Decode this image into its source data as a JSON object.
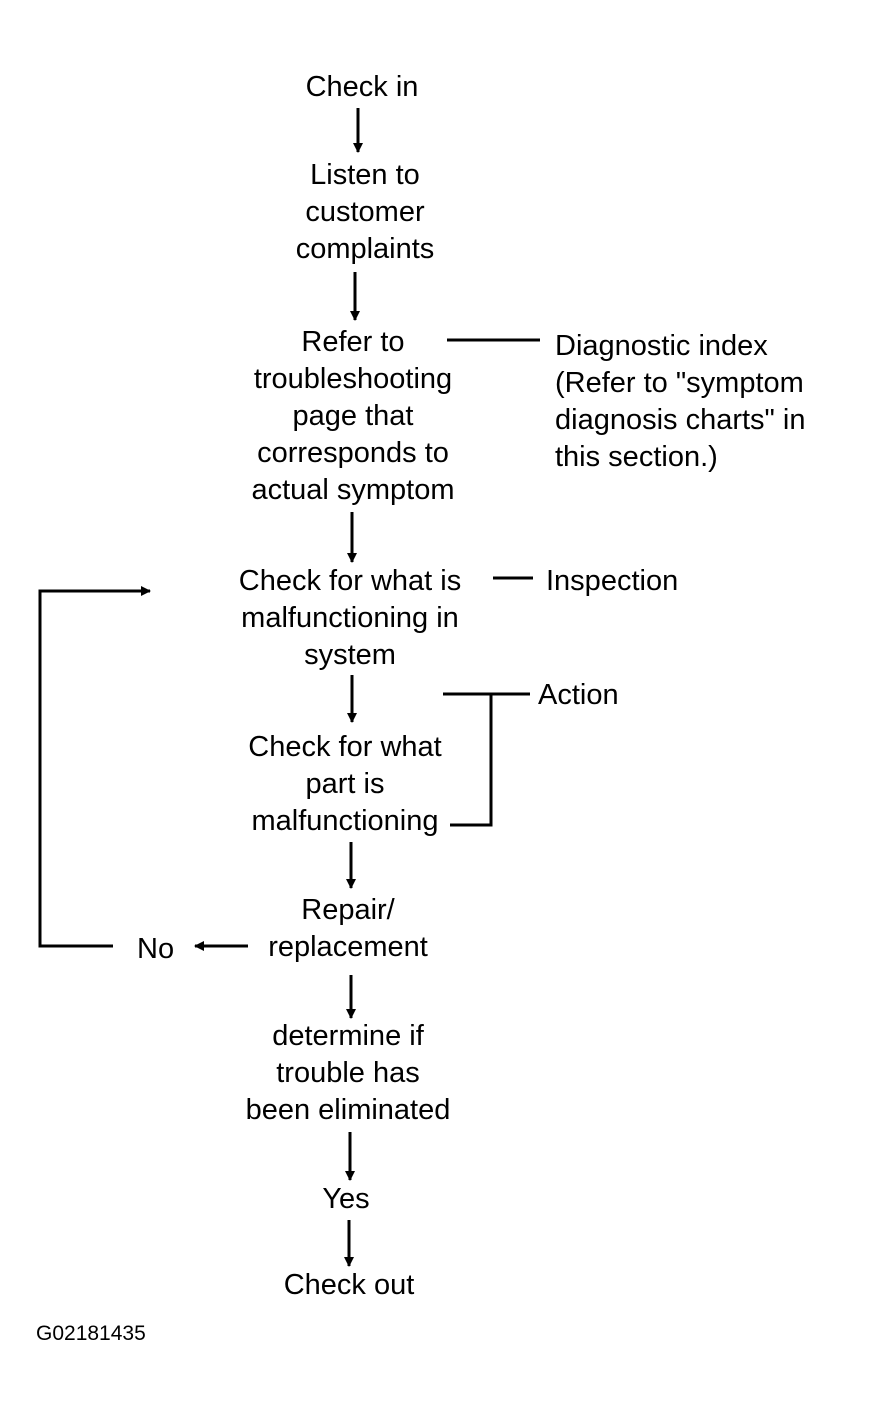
{
  "steps": {
    "check_in": "Check in",
    "listen": "Listen to\ncustomer\ncomplaints",
    "refer": "Refer to\ntroubleshooting\npage that\ncorresponds to\nactual symptom",
    "check_system": "Check for what is\nmalfunctioning in\nsystem",
    "check_part": "Check for what\npart is\nmalfunctioning",
    "repair": "Repair/\nreplacement",
    "determine": "determine if\ntrouble has\nbeen eliminated",
    "yes": "Yes",
    "check_out": "Check out"
  },
  "side_labels": {
    "diagnostic_index": "Diagnostic index\n(Refer to \"symptom\ndiagnosis charts\" in\nthis section.)",
    "inspection": "Inspection",
    "action": "Action",
    "no": "No"
  },
  "figure_id": "G02181435"
}
